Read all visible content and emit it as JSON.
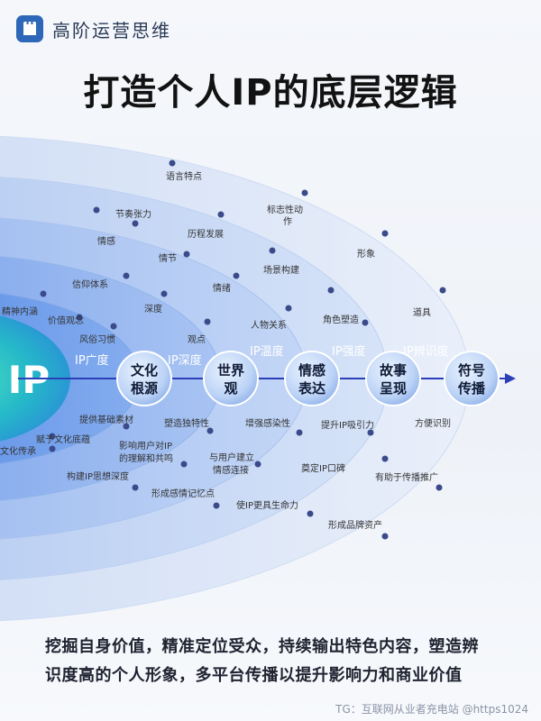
{
  "header": {
    "brand": "高阶运营思维",
    "logo_icon": "castle-tower-icon"
  },
  "title": "打造个人IP的底层逻辑",
  "center": "IP",
  "ring_headers": [
    "IP广度",
    "IP深度",
    "IP温度",
    "IP强度",
    "IP辨识度"
  ],
  "nodes": [
    [
      "文化",
      "根源"
    ],
    [
      "世界",
      "观"
    ],
    [
      "情感",
      "表达"
    ],
    [
      "故事",
      "呈现"
    ],
    [
      "符号",
      "传播"
    ]
  ],
  "labels": {
    "ring1": [
      "精神内涵",
      "价值观念",
      "风俗习惯",
      "提供基础素材",
      "赋予文化底蕴",
      "文化传承",
      "构建IP思想深度"
    ],
    "ring2": [
      "信仰体系",
      "深度",
      "观点",
      "塑造独特性",
      "影响用户对IP",
      "的理解和共鸣",
      "形成感情记忆点"
    ],
    "ring3": [
      "情感",
      "情节",
      "情绪",
      "人物关系",
      "增强感染性",
      "与用户建立",
      "情感连接",
      "使IP更具生命力"
    ],
    "ring4": [
      "节奏张力",
      "历程发展",
      "场景构建",
      "角色塑造",
      "提升IP吸引力",
      "奠定IP口碑",
      "形成品牌资产"
    ],
    "ring5": [
      "语言特点",
      "标志性动",
      "作",
      "形象",
      "道具",
      "方便识别",
      "有助于传播推广"
    ]
  },
  "footer": [
    "挖掘自身价值，精准定位受众，持续输出特色内容，塑造辨",
    "识度高的个人形象，多平台传播以提升影响力和商业价值"
  ],
  "watermark": "TG：互联网从业者充电站 @https1024",
  "colors": {
    "accent": "#2e67b8",
    "arrow": "#2a3fb8",
    "dot": "#3a4a8a"
  }
}
